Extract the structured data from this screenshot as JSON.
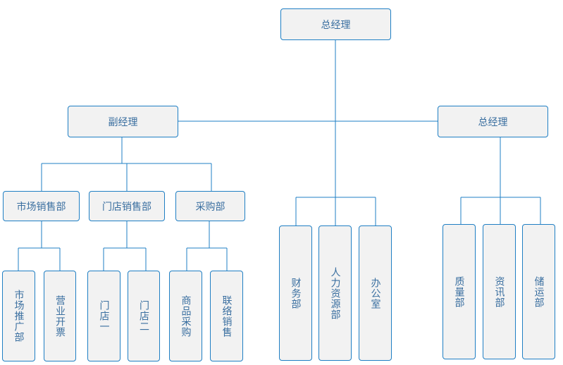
{
  "org": {
    "top": "总经理",
    "deputy": "副经理",
    "gm_right": "总经理",
    "market_dept": "市场销售部",
    "store_dept": "门店销售部",
    "purchase_dept": "采购部",
    "market_promo": "市场推广部",
    "invoicing": "营业开票",
    "store1": "门店一",
    "store2": "门店二",
    "goods_purchase": "商品采购",
    "joint_sales": "联络销售",
    "finance": "财务部",
    "hr": "人力资源部",
    "office": "办公室",
    "quality": "质量部",
    "info": "资讯部",
    "storage": "储运部"
  },
  "colors": {
    "line": "#1f7fc4",
    "box_fill": "#f2f2f2",
    "text": "#3a6fa0"
  }
}
